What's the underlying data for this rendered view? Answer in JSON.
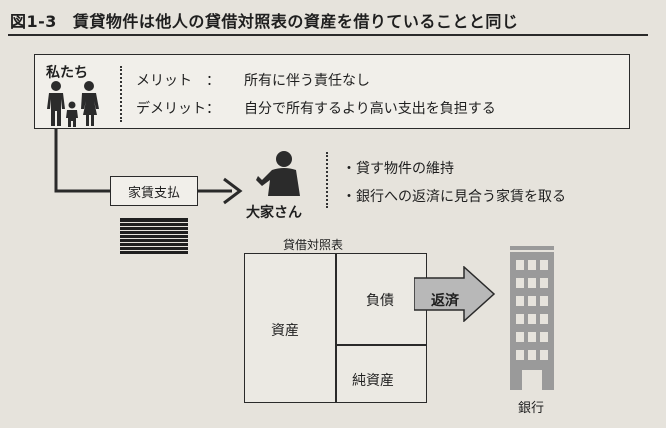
{
  "figure": {
    "number": "図1-3",
    "title": "賃貸物件は他人の貸借対照表の資産を借りていることと同じ"
  },
  "we": {
    "label": "私たち",
    "merit_label": "メリット　：",
    "merit_text": "所有に伴う責任なし",
    "demerit_label": "デメリット：",
    "demerit_text": "自分で所有するより高い支出を負担する"
  },
  "rent_payment": "家賃支払",
  "landlord": {
    "label": "大家さん",
    "bullets": [
      "・貸す物件の維持",
      "・銀行への返済に見合う家賃を取る"
    ]
  },
  "balance_sheet": {
    "title": "貸借対照表",
    "assets": "資産",
    "liabilities": "負債",
    "net_assets": "純資産"
  },
  "repayment": "返済",
  "bank": "銀行",
  "colors": {
    "line": "#2a2a2a",
    "arrow_fill": "#b8b8b8",
    "bank_gray": "#9a9a9a",
    "figure_dark": "#2b2b2b"
  }
}
